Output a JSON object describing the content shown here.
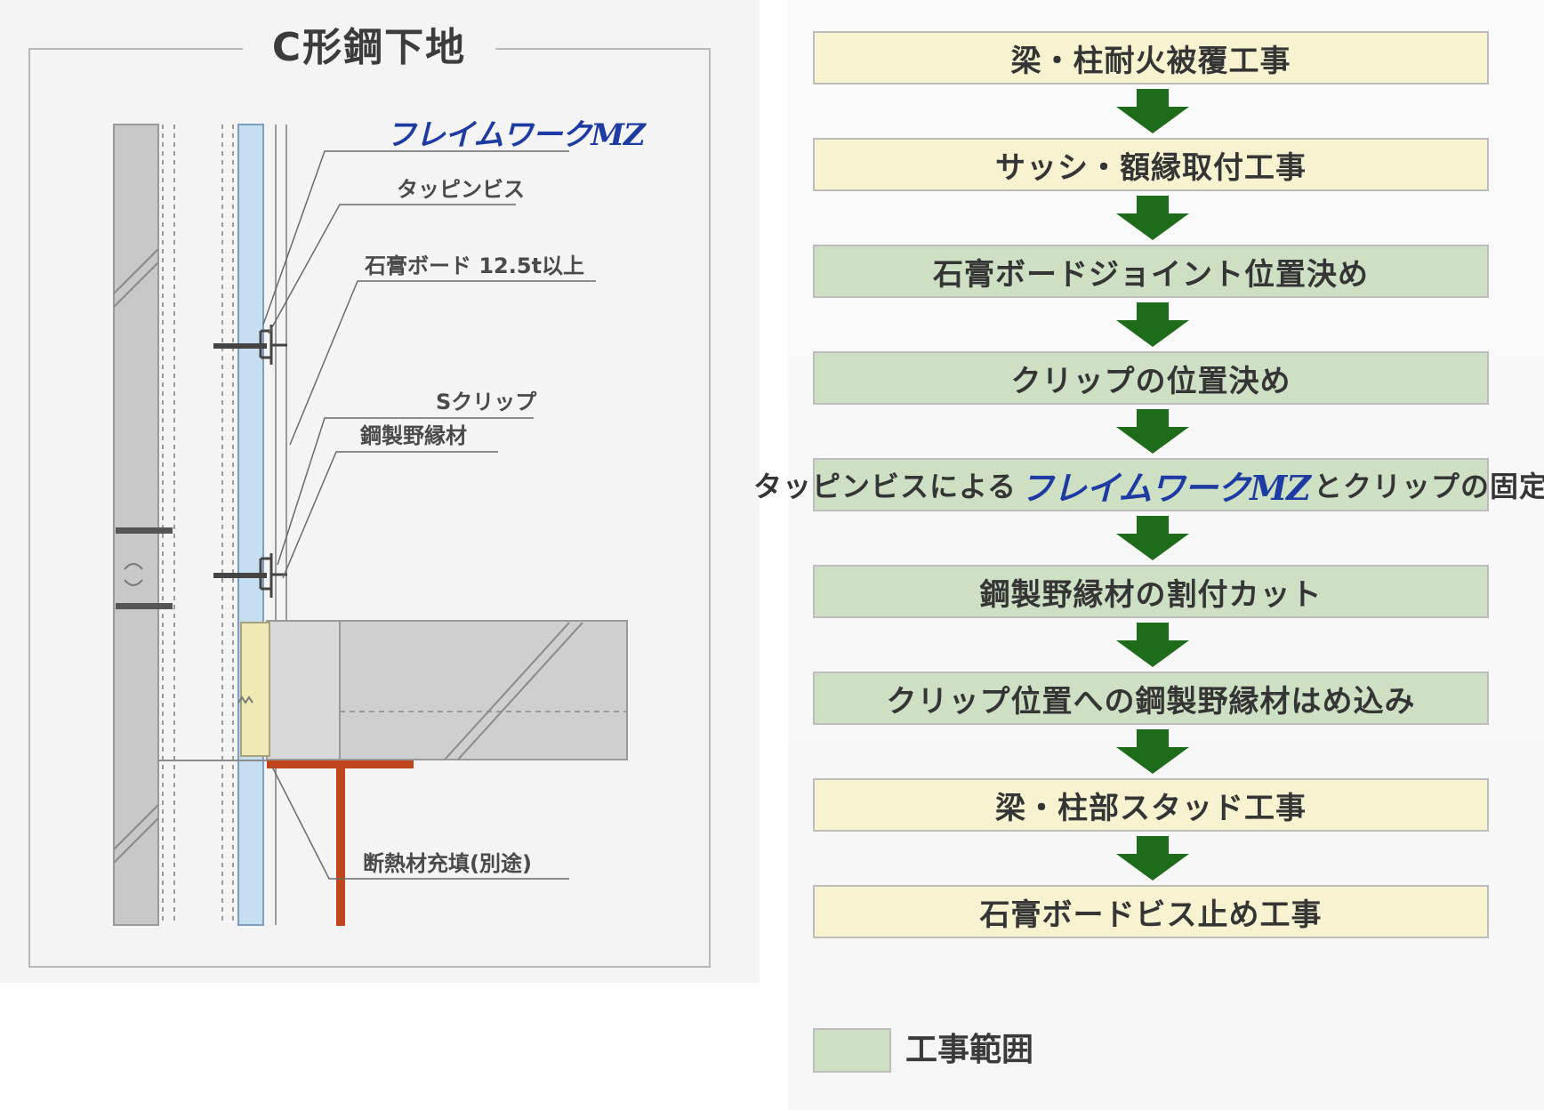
{
  "detail": {
    "title": "C形鋼下地",
    "brand": "フレイムワークMZ",
    "callouts": {
      "tapping_screw": "タッピンビス",
      "gypsum_board": "石膏ボード 12.5t以上",
      "s_clip": "Sクリップ",
      "steel_furring": "鋼製野縁材",
      "insulation": "断熱材充填(別途)"
    }
  },
  "flow": {
    "steps": [
      {
        "label": "梁・柱耐火被覆工事",
        "kind": "other"
      },
      {
        "label": "サッシ・額縁取付工事",
        "kind": "other"
      },
      {
        "label": "石膏ボードジョイント位置決め",
        "kind": "scope"
      },
      {
        "label": "クリップの位置決め",
        "kind": "scope"
      },
      {
        "label_pre": "タッピンビスによる",
        "label_brand": "フレイムワークMZ",
        "label_post": "とクリップの固定",
        "kind": "scope"
      },
      {
        "label": "鋼製野縁材の割付カット",
        "kind": "scope"
      },
      {
        "label": "クリップ位置への鋼製野縁材はめ込み",
        "kind": "scope"
      },
      {
        "label": "梁・柱部スタッド工事",
        "kind": "other"
      },
      {
        "label": "石膏ボードビス止め工事",
        "kind": "other"
      }
    ],
    "arrow_color": "#1f6b1c"
  },
  "legend": {
    "label": "工事範囲",
    "color": "#cde0c3"
  },
  "colors": {
    "scope": "#cde0c3",
    "other": "#f7f3d1",
    "board": "#c6dff0",
    "concrete": "#c8c8c8",
    "insulation": "#efe9b6",
    "steel_tee": "#c0451d",
    "brand": "#1e3aa3"
  }
}
